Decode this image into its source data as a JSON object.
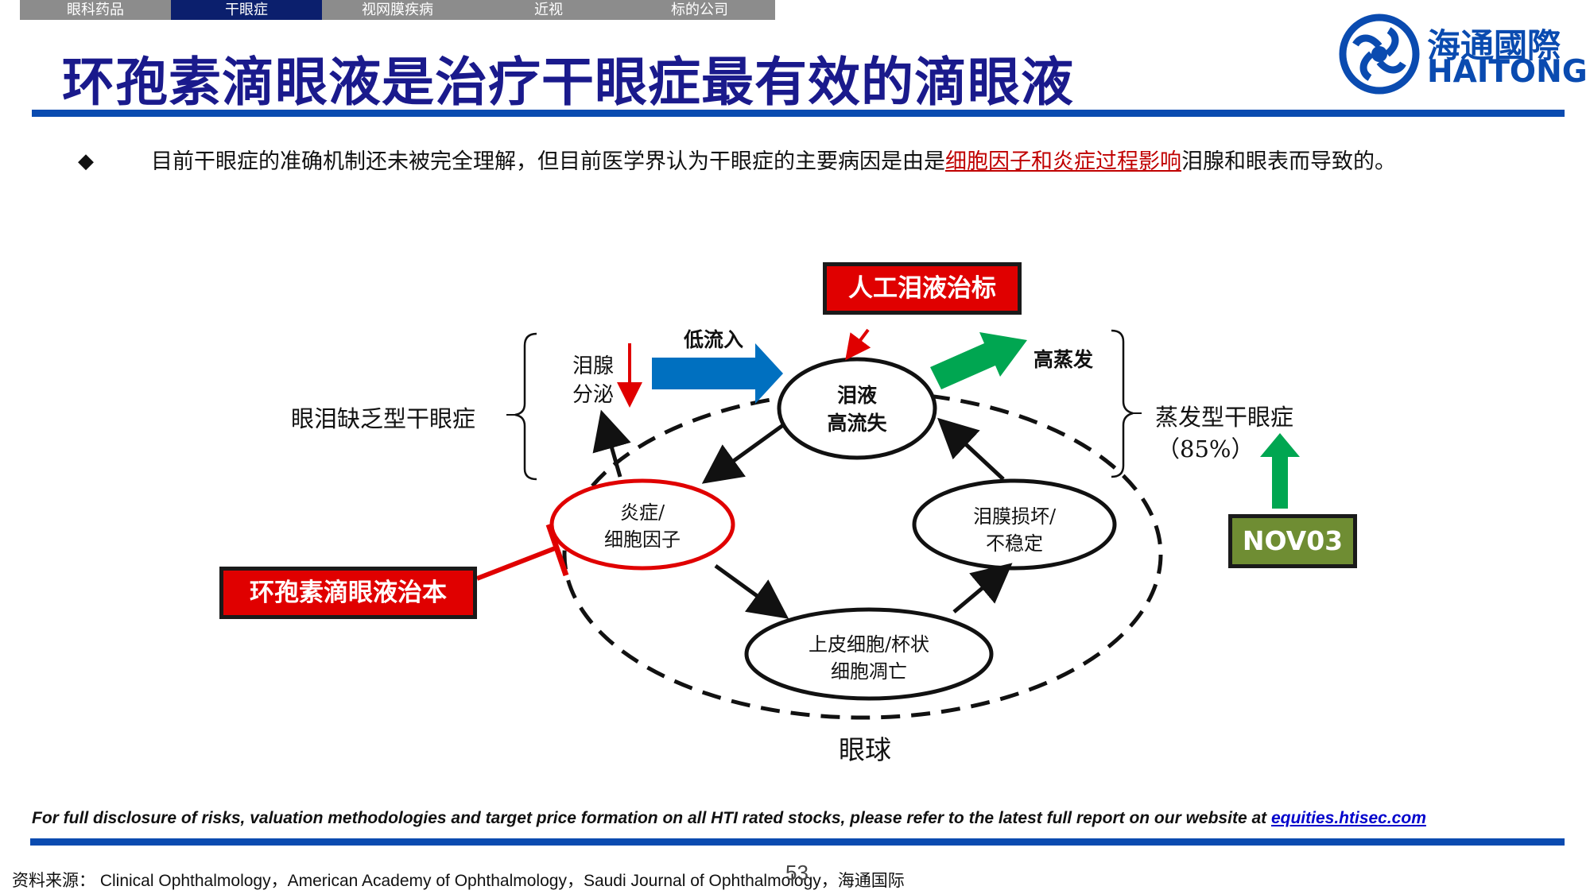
{
  "tabs": [
    {
      "label": "眼科药品"
    },
    {
      "label": "干眼症"
    },
    {
      "label": "视网膜疾病"
    },
    {
      "label": "近视"
    },
    {
      "label": "标的公司"
    }
  ],
  "title": "环孢素滴眼液是治疗干眼症最有效的滴眼液",
  "logo": {
    "cn": "海通國際",
    "en": "HAITONG"
  },
  "intro": {
    "bullet": "◆",
    "text_before": "目前干眼症的准确机制还未被完全理解，但目前医学界认为干眼症的主要病因是由是",
    "highlight": "细胞因子和炎症过程影响",
    "text_after": "泪腺和眼表而导致的。"
  },
  "diagram": {
    "top_box": "人工泪液治标",
    "treat_box": "环孢素滴眼液治本",
    "nov_box": "NOV03",
    "low_inflow": "低流入",
    "high_evap": "高蒸发",
    "gland_line1": "泪腺",
    "gland_line2": "分泌",
    "left_type": "眼泪缺乏型干眼症",
    "right_type": "蒸发型干眼症",
    "right_pct": "（85%）",
    "node_tear_1": "泪液",
    "node_tear_2": "高流失",
    "node_inflam_1": "炎症/",
    "node_inflam_2": "细胞因子",
    "node_film_1": "泪膜损坏/",
    "node_film_2": "不稳定",
    "node_epi_1": "上皮细胞/杯状",
    "node_epi_2": "细胞凋亡",
    "eyeball": "眼球"
  },
  "colors": {
    "brand_blue": "#0a4bb0",
    "title_blue": "#1a1a8c",
    "red": "#e00000",
    "green": "#00a651",
    "arrow_blue": "#0070c0",
    "olive": "#6f8d33"
  },
  "disclaimer": {
    "text": "For full disclosure of risks, valuation methodologies and target price formation on all HTI rated stocks, please refer to the latest full report on our website at ",
    "link": "equities.htisec.com"
  },
  "source": "资料来源： Clinical Ophthalmology，American Academy of Ophthalmology，Saudi Journal of Ophthalmology，海通国际",
  "page_number": "53"
}
